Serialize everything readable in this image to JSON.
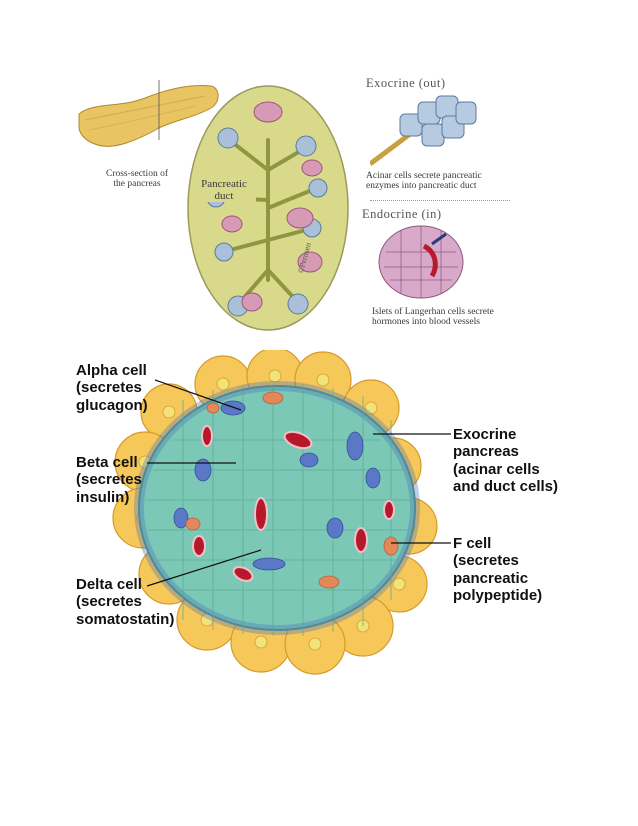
{
  "top_panel": {
    "cross_section_caption": [
      "Cross-section of",
      "the pancreas"
    ],
    "duct_label": [
      "Pancreatic",
      "duct"
    ],
    "signature": "©Pernsen",
    "exocrine_heading": "Exocrine (out)",
    "exocrine_caption": [
      "Acinar cells secrete pancreatic",
      "enzymes into pancreatic duct"
    ],
    "endocrine_heading": "Endocrine (in)",
    "endocrine_caption": [
      "Islets of Langerhan cells secrete",
      "hormones into blood vessels"
    ]
  },
  "bottom_panel": {
    "alpha": [
      "Alpha cell",
      "(secretes",
      "glucagon)"
    ],
    "beta": [
      "Beta cell",
      "(secretes",
      "insulin)"
    ],
    "delta": [
      "Delta cell",
      "(secretes",
      "somatostatin)"
    ],
    "exocrine": [
      "Exocrine",
      "pancreas",
      "(acinar cells",
      "and duct cells)"
    ],
    "fcell": [
      "F cell",
      "(secretes",
      "pancreatic",
      "polypeptide)"
    ]
  },
  "colors": {
    "gland_fill": "#d8d98a",
    "acinar_blue": "#a9c0d8",
    "islet_pink": "#c98aa8",
    "acinar_yellow": "#f6c85a",
    "islet_teal": "#7cc8b6",
    "blood_red": "#b5192b",
    "alpha_blue": "#5a78c6",
    "delta_orange": "#e2885a"
  }
}
